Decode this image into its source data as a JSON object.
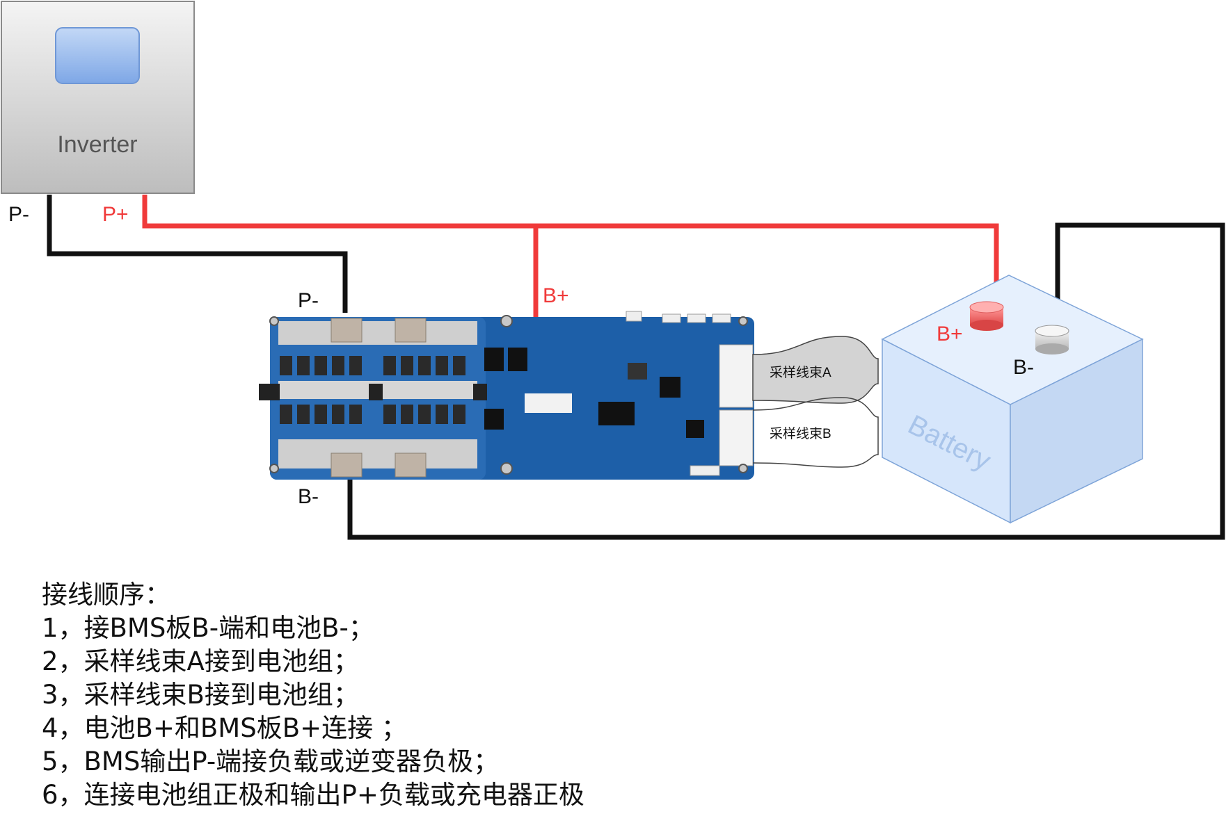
{
  "colors": {
    "positive_wire": "#f03a3a",
    "negative_wire": "#111111",
    "battery_face_front": "#d6e6fb",
    "battery_face_top": "#e6f0fd",
    "battery_face_side": "#c4d8f3",
    "battery_label": "#a8c4ea",
    "pcb_blue": "#1d5fa8",
    "inverter_gray": "#d8d8d8",
    "inverter_screen": "#9cbff0"
  },
  "inverter": {
    "label": "Inverter",
    "terminal_negative": "P-",
    "terminal_positive": "P+"
  },
  "bms": {
    "terminal_p_minus": "P-",
    "terminal_b_plus": "B+",
    "terminal_b_minus": "B-",
    "harness_a": "采样线束A",
    "harness_b": "采样线束B"
  },
  "battery": {
    "label": "Battery",
    "terminal_positive": "B+",
    "terminal_negative": "B-"
  },
  "instructions": {
    "title": "接线顺序：",
    "steps": [
      "1，接BMS板B-端和电池B-；",
      "2，采样线束A接到电池组；",
      "3，采样线束B接到电池组；",
      "4，电池B+和BMS板B+连接 ；",
      "5，BMS输出P-端接负载或逆变器负极；",
      "6，连接电池组正极和输出P+负载或充电器正极"
    ]
  }
}
